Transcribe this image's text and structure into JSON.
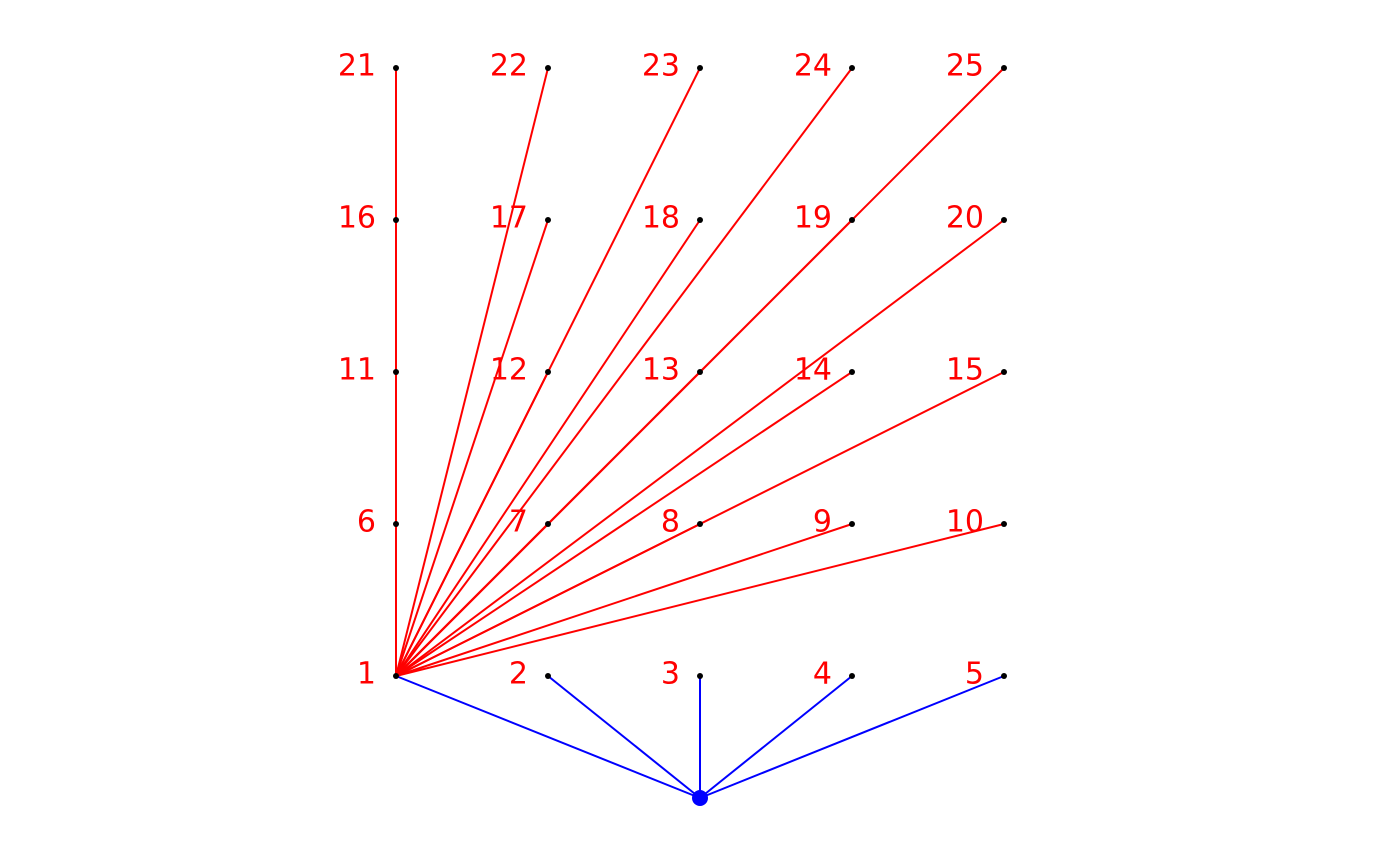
{
  "diagram": {
    "colors": {
      "inner_edge": "#ff0000",
      "root_edge": "#0000ff",
      "root_node": "#0000ff",
      "node": "#000000",
      "label": "#ff0000"
    },
    "grid": {
      "columns": 5,
      "rows": 5
    },
    "nodes": [
      {
        "id": 1,
        "label": "1"
      },
      {
        "id": 2,
        "label": "2"
      },
      {
        "id": 3,
        "label": "3"
      },
      {
        "id": 4,
        "label": "4"
      },
      {
        "id": 5,
        "label": "5"
      },
      {
        "id": 6,
        "label": "6"
      },
      {
        "id": 7,
        "label": "7"
      },
      {
        "id": 8,
        "label": "8"
      },
      {
        "id": 9,
        "label": "9"
      },
      {
        "id": 10,
        "label": "10"
      },
      {
        "id": 11,
        "label": "11"
      },
      {
        "id": 12,
        "label": "12"
      },
      {
        "id": 13,
        "label": "13"
      },
      {
        "id": 14,
        "label": "14"
      },
      {
        "id": 15,
        "label": "15"
      },
      {
        "id": 16,
        "label": "16"
      },
      {
        "id": 17,
        "label": "17"
      },
      {
        "id": 18,
        "label": "18"
      },
      {
        "id": 19,
        "label": "19"
      },
      {
        "id": 20,
        "label": "20"
      },
      {
        "id": 21,
        "label": "21"
      },
      {
        "id": 22,
        "label": "22"
      },
      {
        "id": 23,
        "label": "23"
      },
      {
        "id": 24,
        "label": "24"
      },
      {
        "id": 25,
        "label": "25"
      }
    ],
    "root_edges": [
      1,
      2,
      3,
      4,
      5
    ],
    "edges": [
      [
        1,
        6
      ],
      [
        1,
        7
      ],
      [
        1,
        8
      ],
      [
        1,
        9
      ],
      [
        1,
        10
      ],
      [
        1,
        11
      ],
      [
        1,
        12
      ],
      [
        1,
        13
      ],
      [
        1,
        14
      ],
      [
        1,
        15
      ],
      [
        1,
        16
      ],
      [
        1,
        17
      ],
      [
        1,
        18
      ],
      [
        1,
        19
      ],
      [
        1,
        20
      ],
      [
        1,
        21
      ],
      [
        1,
        22
      ],
      [
        1,
        23
      ],
      [
        1,
        24
      ],
      [
        1,
        25
      ]
    ]
  }
}
